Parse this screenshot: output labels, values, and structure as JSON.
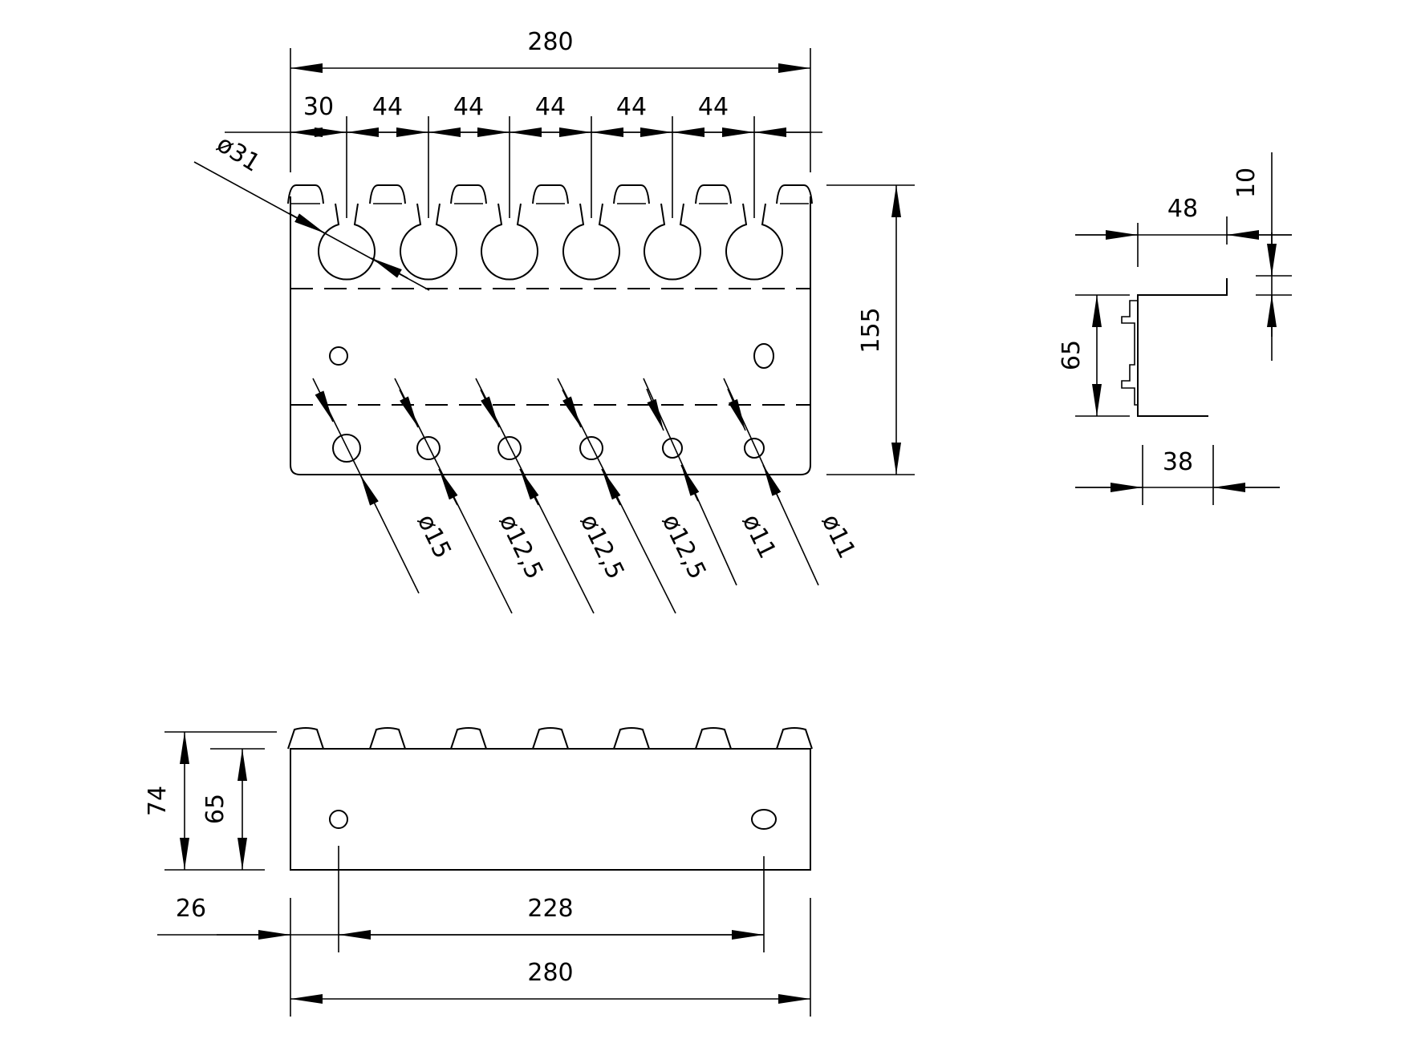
{
  "front_view": {
    "overall_width": "280",
    "first_pitch": "30",
    "pitches": [
      "44",
      "44",
      "44",
      "44",
      "44"
    ],
    "slot_diameter": "ø31",
    "height": "155",
    "hole_diameters": [
      "ø15",
      "ø12,5",
      "ø12,5",
      "ø12,5",
      "ø11",
      "ø11"
    ]
  },
  "side_view": {
    "flange_width": "48",
    "flange_lip": "10",
    "height": "65",
    "depth": "38"
  },
  "bottom_view": {
    "overall_height": "74",
    "body_height": "65",
    "edge_offset": "26",
    "hole_spacing": "228",
    "overall_width": "280"
  }
}
